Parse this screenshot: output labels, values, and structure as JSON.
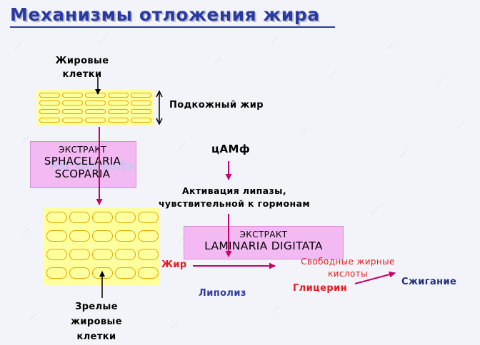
{
  "title": "Механизмы отложения жира",
  "labels": {
    "fat_cells_line1": "Жировые",
    "fat_cells_line2": "клетки",
    "subcutaneous_fat": "Подкожный жир",
    "camp": "цАМф",
    "lipase_line1": "Активация липазы,",
    "lipase_line2": "чувствительной к гормонам",
    "fat": "Жир",
    "free_fa_line1": "Свободные жирные",
    "free_fa_line2": "кислоты",
    "glycerol": "Глицерин",
    "burning": "Сжигание",
    "lipolysis": "Липолиз",
    "mature_line1": "Зрелые",
    "mature_line2": "жировые",
    "mature_line3": "клетки",
    "fat_deposits": "Fat deposits"
  },
  "extract1": {
    "line1": "ЭКСТРАКТ",
    "line2": "SPHACELARIA",
    "line3": "SCOPARIA"
  },
  "extract2": {
    "line1": "ЭКСТРАКТ",
    "line2": "LAMINARIA DIGITATA"
  },
  "colors": {
    "title": "#2b3aa0",
    "arrow": "#c8006a",
    "accent_red": "#e41c1c",
    "box_fill": "#f3b9f3",
    "cell_fill": "#ffff9e",
    "cell_border": "#e6a300"
  }
}
